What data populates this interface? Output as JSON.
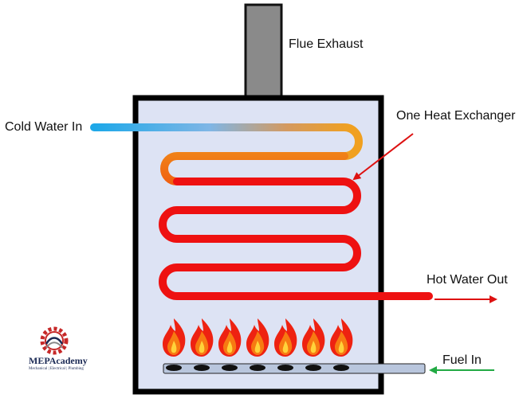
{
  "labels": {
    "flue_exhaust": "Flue Exhaust",
    "cold_water_in": "Cold Water In",
    "heat_exchanger": "One Heat Exchanger",
    "hot_water_out": "Hot Water Out",
    "fuel_in": "Fuel In"
  },
  "logo": {
    "name": "MEPAcademy",
    "tagline": "Mechanical | Electrical | Plumbing"
  },
  "colors": {
    "tank_fill": "#dde3f4",
    "tank_border": "#000000",
    "flue_fill": "#8a8a8a",
    "cold_water": "#1ea8e8",
    "warm_transition": "#f0a020",
    "hot_water": "#ee1111",
    "arrow_red": "#dd1111",
    "arrow_green": "#22aa44",
    "fuel_pipe": "#b9c6dd",
    "burner_nozzle": "#111111"
  },
  "burners": {
    "count": 7
  }
}
